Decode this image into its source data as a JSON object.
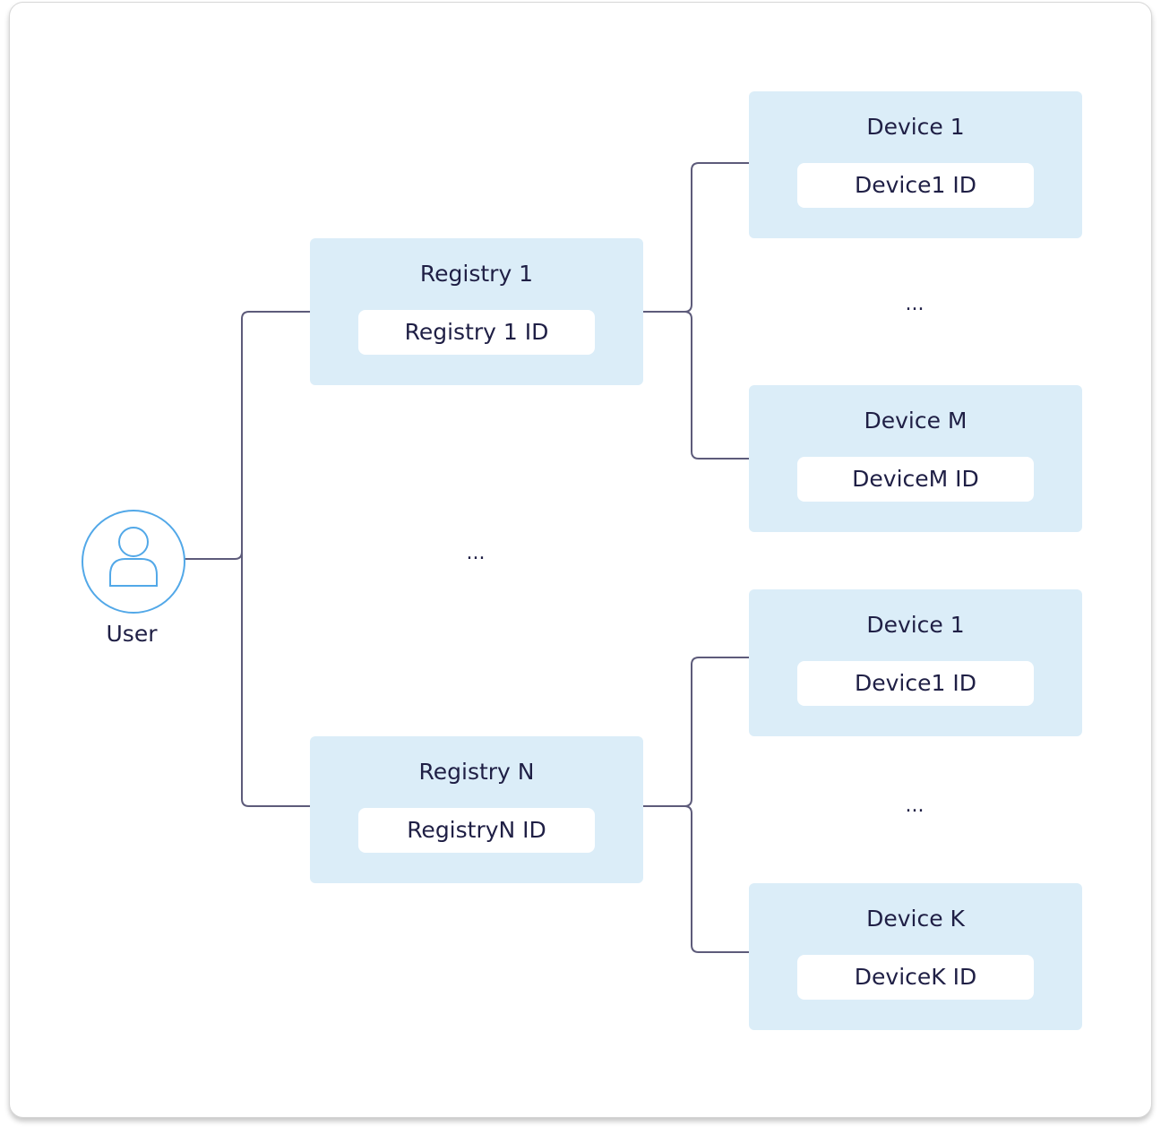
{
  "user": {
    "label": "User",
    "icon": "user-icon"
  },
  "registries": [
    {
      "title": "Registry 1",
      "id_label": "Registry 1 ID",
      "devices": [
        {
          "title": "Device 1",
          "id_label": "Device1 ID"
        },
        {
          "title": "Device M",
          "id_label": "DeviceM ID"
        }
      ],
      "ellipsis": "..."
    },
    {
      "title": "Registry N",
      "id_label": "RegistryN ID",
      "devices": [
        {
          "title": "Device 1",
          "id_label": "Device1 ID"
        },
        {
          "title": "Device K",
          "id_label": "DeviceK ID"
        }
      ],
      "ellipsis": "..."
    }
  ],
  "registries_ellipsis": "...",
  "colors": {
    "node_fill": "#dbedf8",
    "id_fill": "#ffffff",
    "connector": "#5d5b7a",
    "user_accent": "#52a8e8",
    "text": "#1f1f45"
  }
}
